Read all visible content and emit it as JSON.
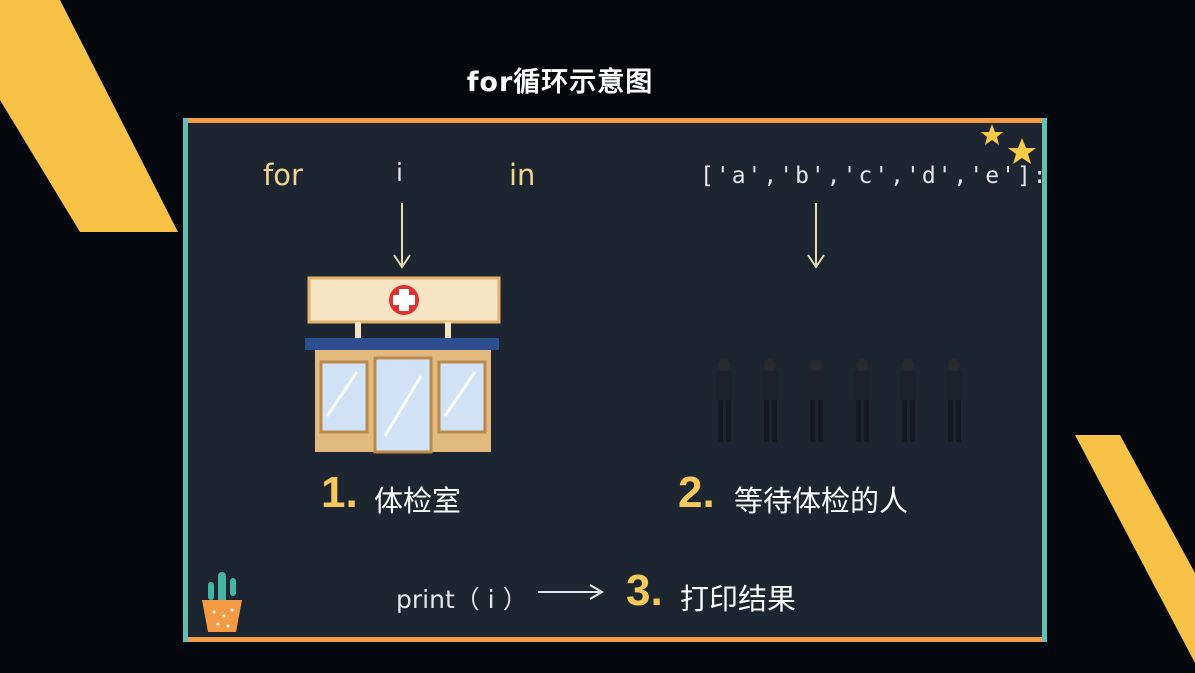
{
  "title": "for循环示意图",
  "code": {
    "for_kw": "for",
    "var": "i",
    "in_kw": "in",
    "list": "['a','b','c','d','e']:"
  },
  "steps": [
    {
      "num": "1.",
      "text": "体检室"
    },
    {
      "num": "2.",
      "text": "等待体检的人"
    },
    {
      "num": "3.",
      "text": "打印结果"
    }
  ],
  "print_stmt": "print（ i ）",
  "colors": {
    "background": "#04070c",
    "board": "#1d2530",
    "border_side": "#5fc0b3",
    "border_top": "#f39a45",
    "accent_yellow": "#f7c95a",
    "keyword": "#f1d48f"
  },
  "icons": [
    "hospital-building-icon",
    "person-icon",
    "cactus-pot-icon",
    "star-icon"
  ]
}
